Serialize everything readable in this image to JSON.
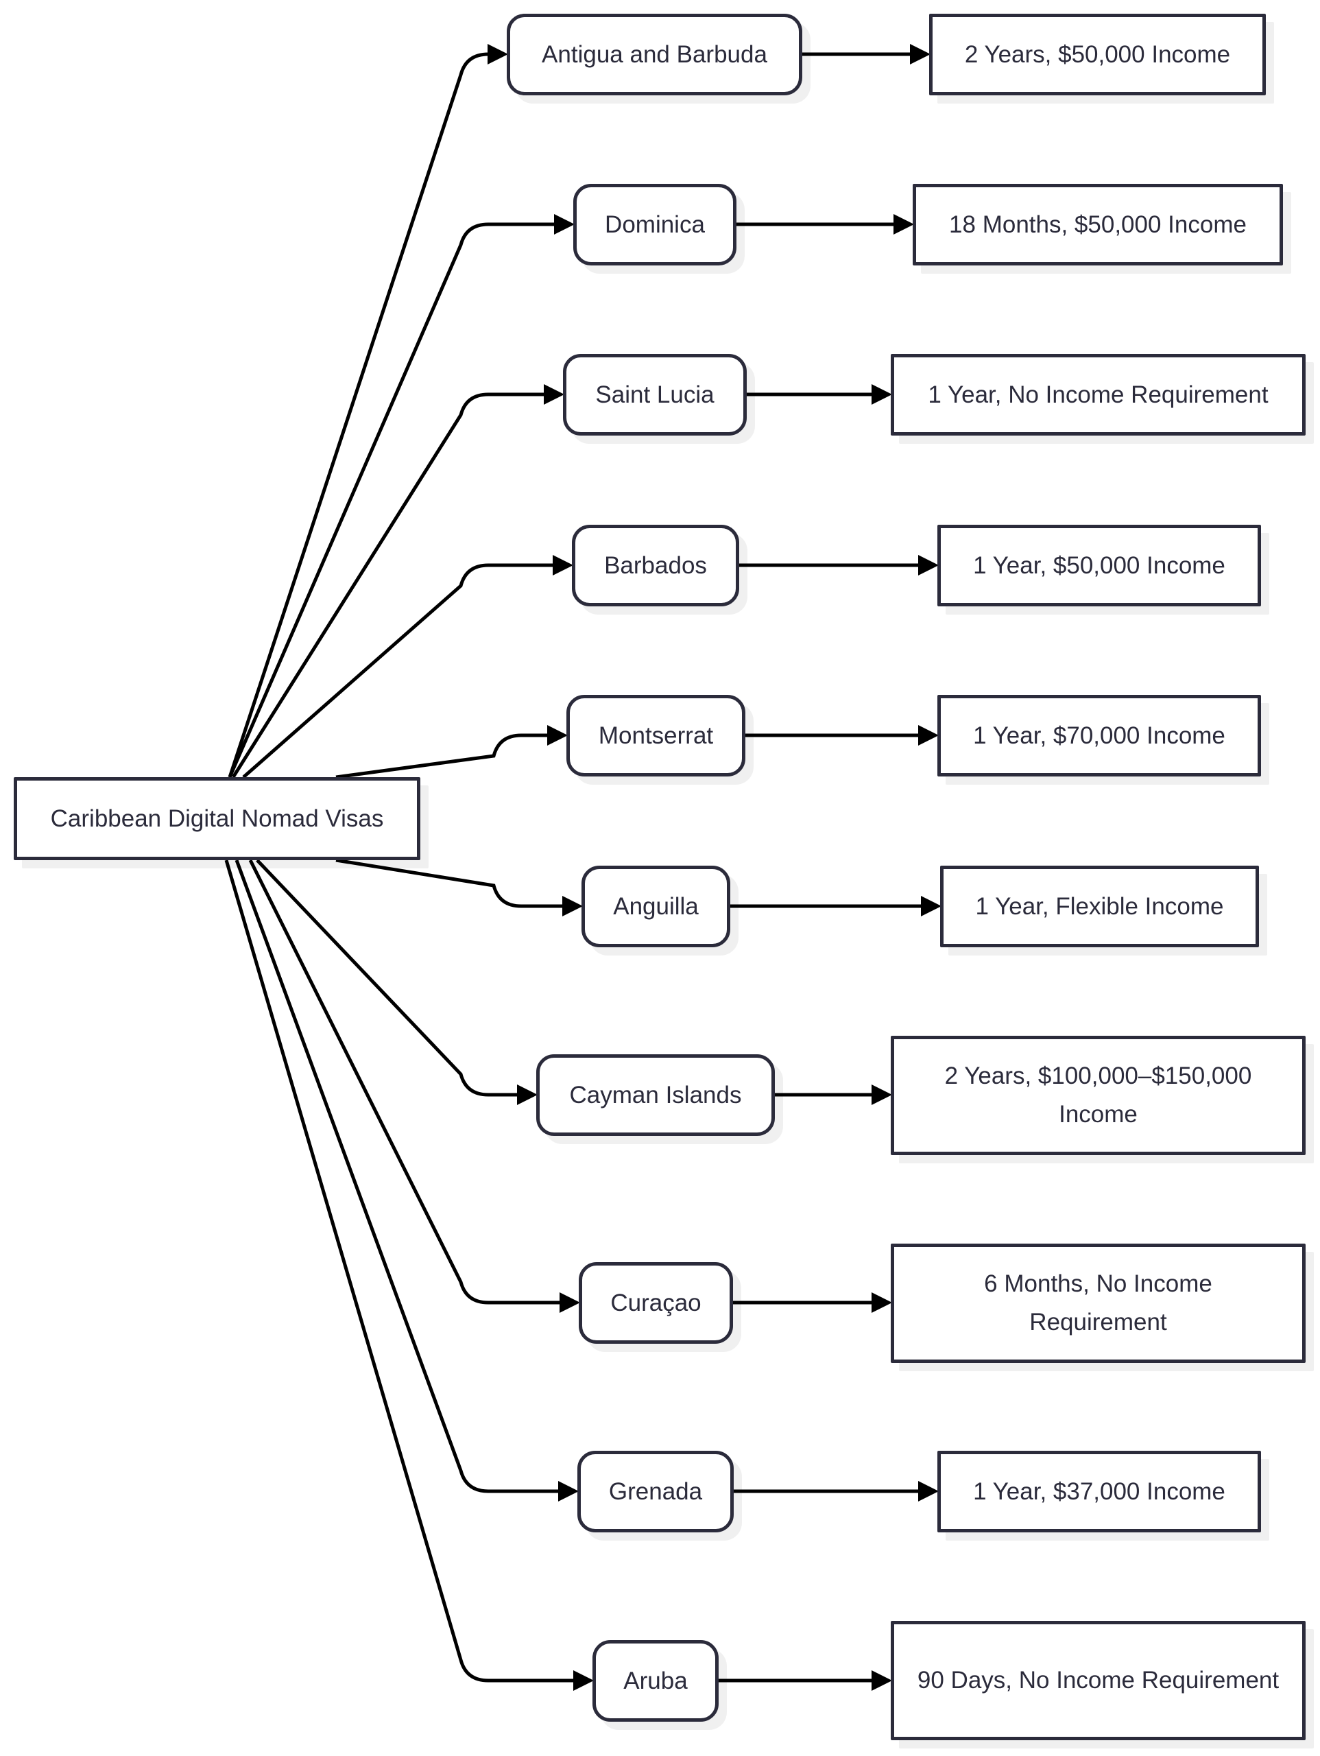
{
  "root": {
    "label": "Caribbean Digital Nomad Visas"
  },
  "countries": [
    {
      "name": "Antigua and Barbuda",
      "visa": "2 Years, $50,000 Income"
    },
    {
      "name": "Dominica",
      "visa": "18 Months, $50,000 Income"
    },
    {
      "name": "Saint Lucia",
      "visa": "1 Year, No Income Requirement"
    },
    {
      "name": "Barbados",
      "visa": "1 Year, $50,000 Income"
    },
    {
      "name": "Montserrat",
      "visa": "1 Year, $70,000 Income"
    },
    {
      "name": "Anguilla",
      "visa": "1 Year, Flexible Income"
    },
    {
      "name": "Cayman Islands",
      "visa": "2 Years, $100,000–$150,000 Income"
    },
    {
      "name": "Curaçao",
      "visa": "6 Months, No Income Requirement"
    },
    {
      "name": "Grenada",
      "visa": "1 Year, $37,000 Income"
    },
    {
      "name": "Aruba",
      "visa": "90 Days, No Income Requirement"
    }
  ],
  "colors": {
    "stroke": "#000000",
    "node_border": "#2b2b3b",
    "text": "#2b2b3b",
    "background": "#ffffff"
  }
}
